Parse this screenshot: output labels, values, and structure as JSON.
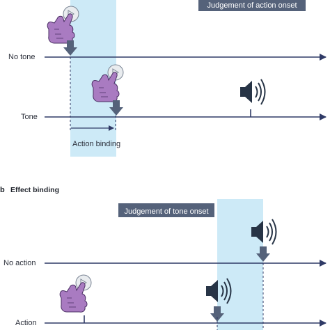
{
  "panel_a": {
    "judgement_box": "Judgement of action onset",
    "rows": {
      "no_tone": "No tone",
      "tone": "Tone"
    },
    "interval_label": "Action binding"
  },
  "panel_b": {
    "letter": "b",
    "title": "Effect binding",
    "judgement_box": "Judgement of tone onset",
    "rows": {
      "no_action": "No action",
      "action": "Action"
    }
  },
  "colors": {
    "highlight": "#cdeaf7",
    "line": "#2f3a66",
    "box": "#55627a",
    "arrow": "#55627a",
    "hand": "#a97bc1",
    "hand_outline": "#4a2f63",
    "speaker": "#273446"
  },
  "icons": {
    "press": "hand-button-press-icon",
    "tone": "speaker-sound-icon",
    "marker": "down-arrow-icon"
  }
}
